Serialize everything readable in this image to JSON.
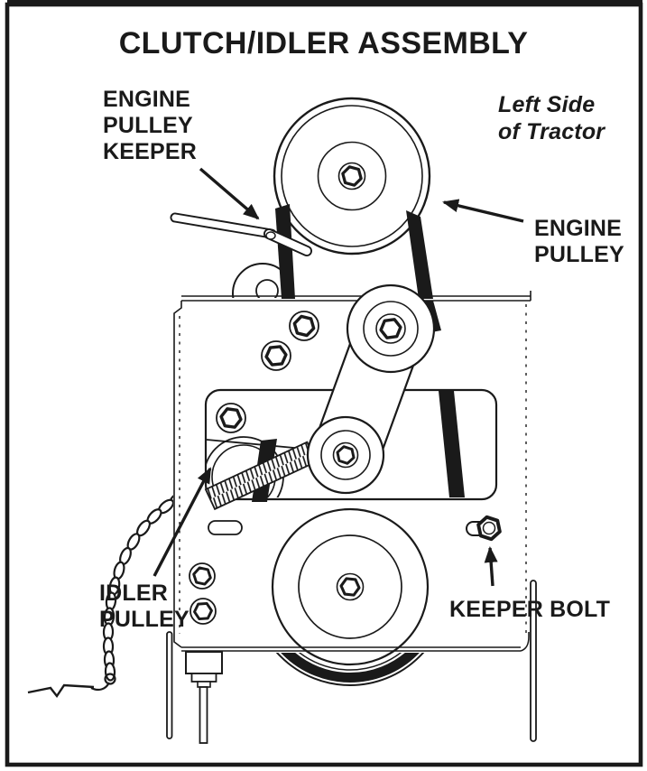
{
  "figure": {
    "title": "CLUTCH/IDLER ASSEMBLY",
    "orientation_note": {
      "line1": "Left Side",
      "line2": "of Tractor"
    },
    "labels": {
      "engine_pulley_keeper": {
        "line1": "ENGINE",
        "line2": "PULLEY",
        "line3": "KEEPER"
      },
      "engine_pulley": {
        "line1": "ENGINE",
        "line2": "PULLEY"
      },
      "idler_pulley": {
        "line1": "IDLER",
        "line2": "PULLEY"
      },
      "keeper_bolt": {
        "line1": "KEEPER BOLT"
      }
    },
    "parts_depicted": [
      "engine-pulley",
      "engine-pulley-keeper-rod",
      "drive-belt",
      "idler-arm",
      "upper-idler-pulley",
      "idler-pulley",
      "tension-spring",
      "clutch-pulley",
      "keeper-bolt",
      "clutch-chain",
      "frame-plate"
    ],
    "colors": {
      "ink": "#1a1a1a",
      "paper": "#ffffff"
    }
  }
}
